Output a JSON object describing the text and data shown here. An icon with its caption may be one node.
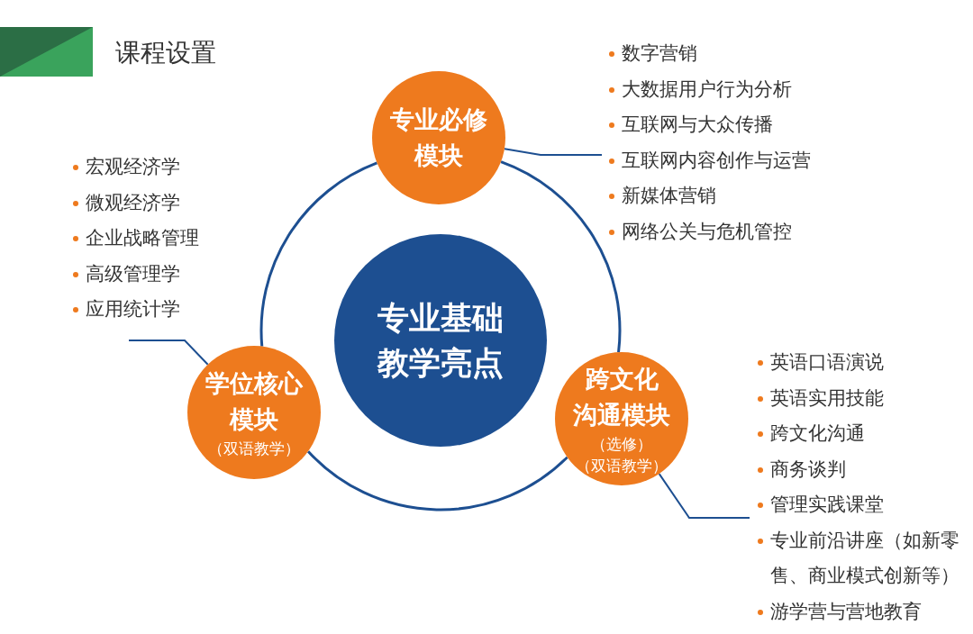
{
  "diagram": {
    "title": "课程设置",
    "nodes": [
      {
        "text": [
          "专业基础教学亮点"
        ]
      },
      {
        "text": [
          "专业必修模块"
        ]
      },
      {
        "text": [
          "数字营销",
          "大数据用户行为分析",
          "互联网与大众传播",
          "互联网内容创作与运营",
          "新媒体营销",
          "网络公关与危机管控"
        ]
      },
      {
        "text": [
          "学位核心模块",
          "（双语教学）"
        ]
      },
      {
        "text": [
          "宏观经济学",
          "微观经济学",
          "企业战略管理",
          "高级管理学",
          "应用统计学"
        ]
      },
      {
        "text": [
          "跨文化沟通模块",
          "（选修）",
          "（双语教学）"
        ]
      },
      {
        "text": [
          "英语口语演说",
          "英语实用技能",
          "跨文化沟通",
          "商务谈判",
          "管理实践课堂",
          "专业前沿讲座（如新零售、商业模式创新等）",
          "游学营与营地教育"
        ]
      }
    ],
    "edges": [
      {
        "from": 1,
        "to": 5,
        "arrow": "none"
      },
      {
        "from": 5,
        "to": 3,
        "arrow": "none"
      },
      {
        "from": 3,
        "to": 1,
        "arrow": "none"
      },
      {
        "from": 2,
        "to": 1,
        "arrow": "none"
      },
      {
        "from": 4,
        "to": 3,
        "arrow": "none"
      },
      {
        "from": 6,
        "to": 5,
        "arrow": "none"
      }
    ]
  }
}
